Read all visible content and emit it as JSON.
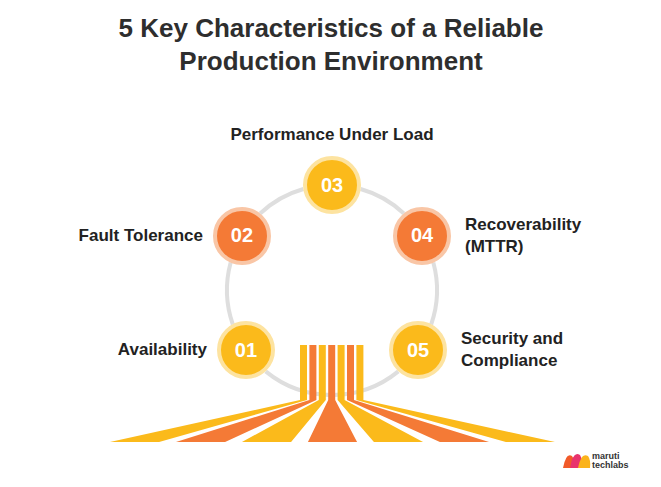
{
  "diagram": {
    "title": "5 Key Characteristics of a Reliable Production Environment",
    "nodes": [
      {
        "text": [
          "01",
          "Availability"
        ]
      },
      {
        "text": [
          "02",
          "Fault Tolerance"
        ]
      },
      {
        "text": [
          "03",
          "Performance Under Load"
        ]
      },
      {
        "text": [
          "04",
          "Recoverability (MTTR)"
        ]
      },
      {
        "text": [
          "05",
          "Security and Compliance"
        ]
      }
    ],
    "edges": [
      {
        "from": 0,
        "to": 1,
        "arrow": "none"
      },
      {
        "from": 1,
        "to": 2,
        "arrow": "none"
      },
      {
        "from": 2,
        "to": 3,
        "arrow": "none"
      },
      {
        "from": 3,
        "to": 4,
        "arrow": "none"
      },
      {
        "from": 4,
        "to": 0,
        "arrow": "none"
      }
    ],
    "labels": [
      "maruti techlabs"
    ]
  }
}
